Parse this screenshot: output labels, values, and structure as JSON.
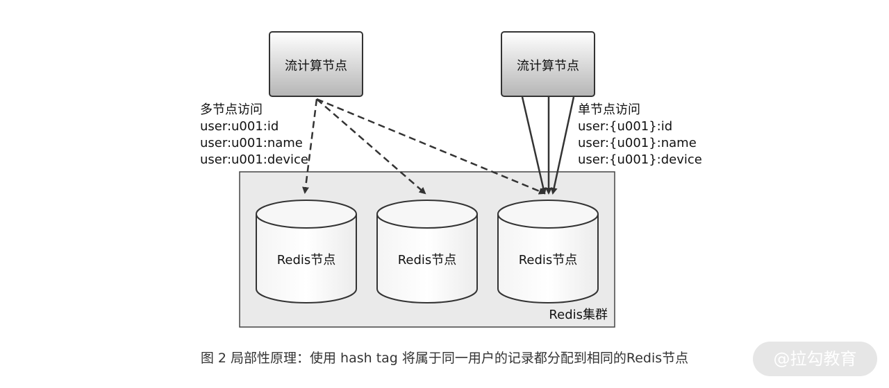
{
  "nodes": {
    "compute_left": "流计算节点",
    "compute_right": "流计算节点"
  },
  "left_annotation": {
    "title": "多节点访问",
    "keys": [
      "user:u001:id",
      "user:u001:name",
      "user:u001:device"
    ]
  },
  "right_annotation": {
    "title": "单节点访问",
    "keys": [
      "user:{u001}:id",
      "user:{u001}:name",
      "user:{u001}:device"
    ]
  },
  "cluster": {
    "label": "Redis集群",
    "nodes": [
      "Redis节点",
      "Redis节点",
      "Redis节点"
    ]
  },
  "caption": "图 2 局部性原理：使用 hash tag 将属于同一用户的记录都分配到相同的Redis节点",
  "watermark": "@拉勾教育",
  "colors": {
    "box_gradient_top": "#ffffff",
    "box_gradient_bottom": "#b8b8b8",
    "cluster_fill": "#eaeaea",
    "stroke": "#333333"
  }
}
